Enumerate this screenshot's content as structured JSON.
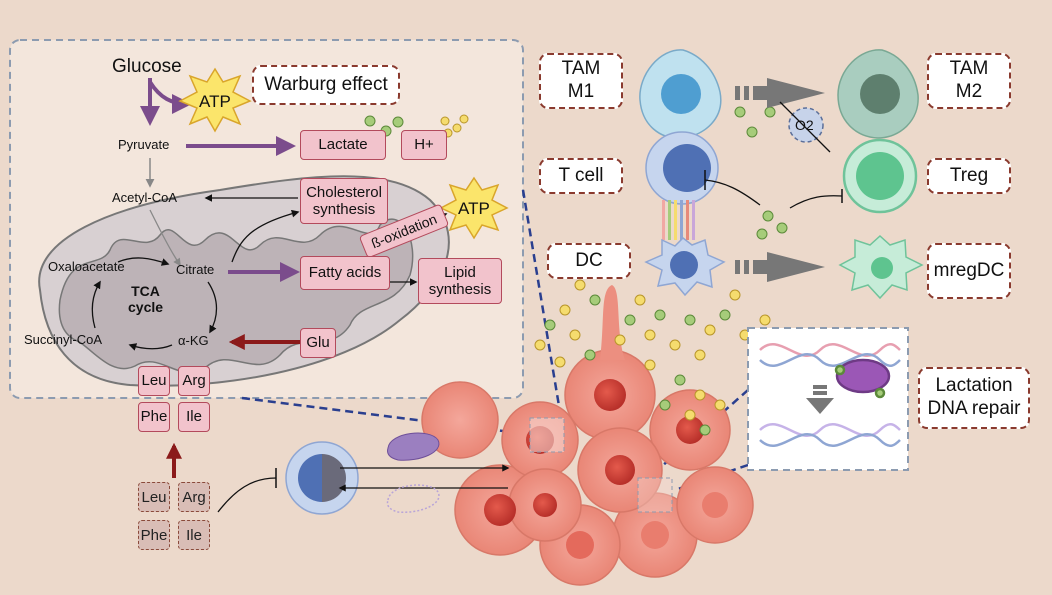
{
  "metabolism": {
    "glucose": "Glucose",
    "atp_top": "ATP",
    "warburg": "Warburg effect",
    "pyruvate": "Pyruvate",
    "lactate": "Lactate",
    "h_plus": "H+",
    "acetyl_coa": "Acetyl-CoA",
    "cholesterol_line1": "Cholesterol",
    "cholesterol_line2": "synthesis",
    "beta_oxidation": "ß-oxidation",
    "atp_mid": "ATP",
    "oxaloacetate": "Oxaloacetate",
    "citrate": "Citrate",
    "tca_line1": "TCA",
    "tca_line2": "cycle",
    "fatty_acids": "Fatty acids",
    "lipid_line1": "Lipid",
    "lipid_line2": "synthesis",
    "succinyl_coa": "Succinyl-CoA",
    "akg": "α-KG",
    "glu": "Glu"
  },
  "amino_acids": {
    "inside": [
      "Leu",
      "Arg",
      "Phe",
      "Ile"
    ],
    "outside": [
      "Leu",
      "Arg",
      "Phe",
      "Ile"
    ]
  },
  "immune": {
    "tam_m1_line1": "TAM",
    "tam_m1_line2": "M1",
    "tam_m2_line1": "TAM",
    "tam_m2_line2": "M2",
    "o2": "O2",
    "t_cell": "T cell",
    "treg": "Treg",
    "dc": "DC",
    "mregdc": "mregDC",
    "lactation_line1": "Lactation",
    "lactation_line2": "DNA repair"
  },
  "colors": {
    "background": "#ecd9cb",
    "panel": "#f3e6dc",
    "pathway_purple": "#7b4c8c",
    "glutamine_red": "#8b1a1a",
    "box_pink": "#f2c3cc",
    "box_border": "#b34a5c",
    "tag_border": "#8a3a2e",
    "atp_star": "#fbe56b",
    "lactate_dot_green": "#a6cc7a",
    "lactate_dot_yellow": "#f5dc6e"
  }
}
